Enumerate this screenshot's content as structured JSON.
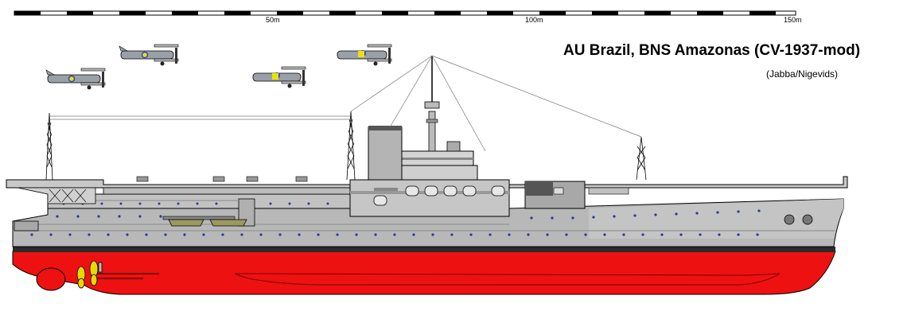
{
  "title": "AU Brazil, BNS Amazonas (CV-1937-mod)",
  "credit": "(Jabba/Nigevids)",
  "scale": {
    "labels": [
      "50m",
      "100m",
      "150m"
    ]
  },
  "colors": {
    "hull_grey": "#b8b8b8",
    "superstructure_grey": "#c6c6c6",
    "deck_grey": "#c8c8c8",
    "below_waterline_red": "#ee1111",
    "boot_topping": "#2a2a2a",
    "porthole_blue": "#2a3b8f",
    "propeller_yellow": "#e8d800",
    "lifeboat_olive": "#9a9a60",
    "roundel_yellow": "#f0e000",
    "roundel_blue": "#2a4bbf"
  },
  "aircraft": [
    {
      "name": "biplane-1"
    },
    {
      "name": "biplane-2"
    },
    {
      "name": "biplane-3"
    },
    {
      "name": "biplane-4"
    }
  ]
}
